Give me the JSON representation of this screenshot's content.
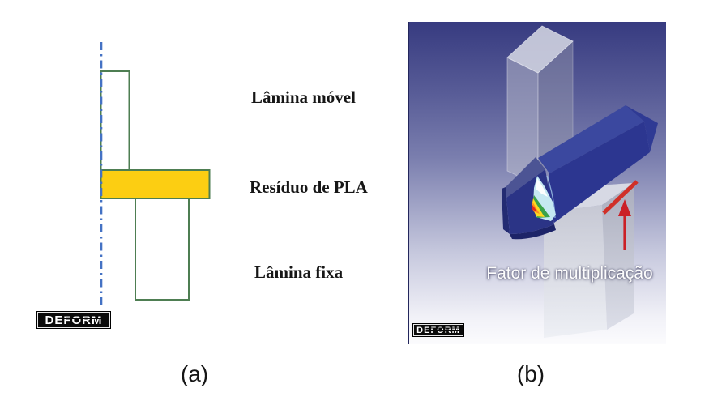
{
  "figure": {
    "panel_a": {
      "caption": "(a)",
      "labels": {
        "moving_blade": "Lâmina móvel",
        "pla_residue": "Resíduo de PLA",
        "fixed_blade": "Lâmina fixa"
      },
      "logo": {
        "part1": "DE",
        "part2": "FORM"
      },
      "colors": {
        "blade_outline_green": "#4e7e52",
        "residue_fill_yellow": "#fcce12",
        "centerline_blue": "#4472c4"
      }
    },
    "panel_b": {
      "annotation": "Fator de multiplicação",
      "caption": "(b)",
      "logo": {
        "part1": "DE",
        "part2": "FORM"
      },
      "colors": {
        "workpiece_navy": "#2c3690",
        "die_grey": "#ced0da",
        "arrow_red": "#cb2026",
        "background_top": "#373b80",
        "background_bottom": "#fbfbfd",
        "stress_scale": [
          "#ffffff",
          "#c5e8f2",
          "#3aa24a",
          "#ffd81f",
          "#ff8d1e",
          "#e02a1f"
        ]
      }
    }
  }
}
